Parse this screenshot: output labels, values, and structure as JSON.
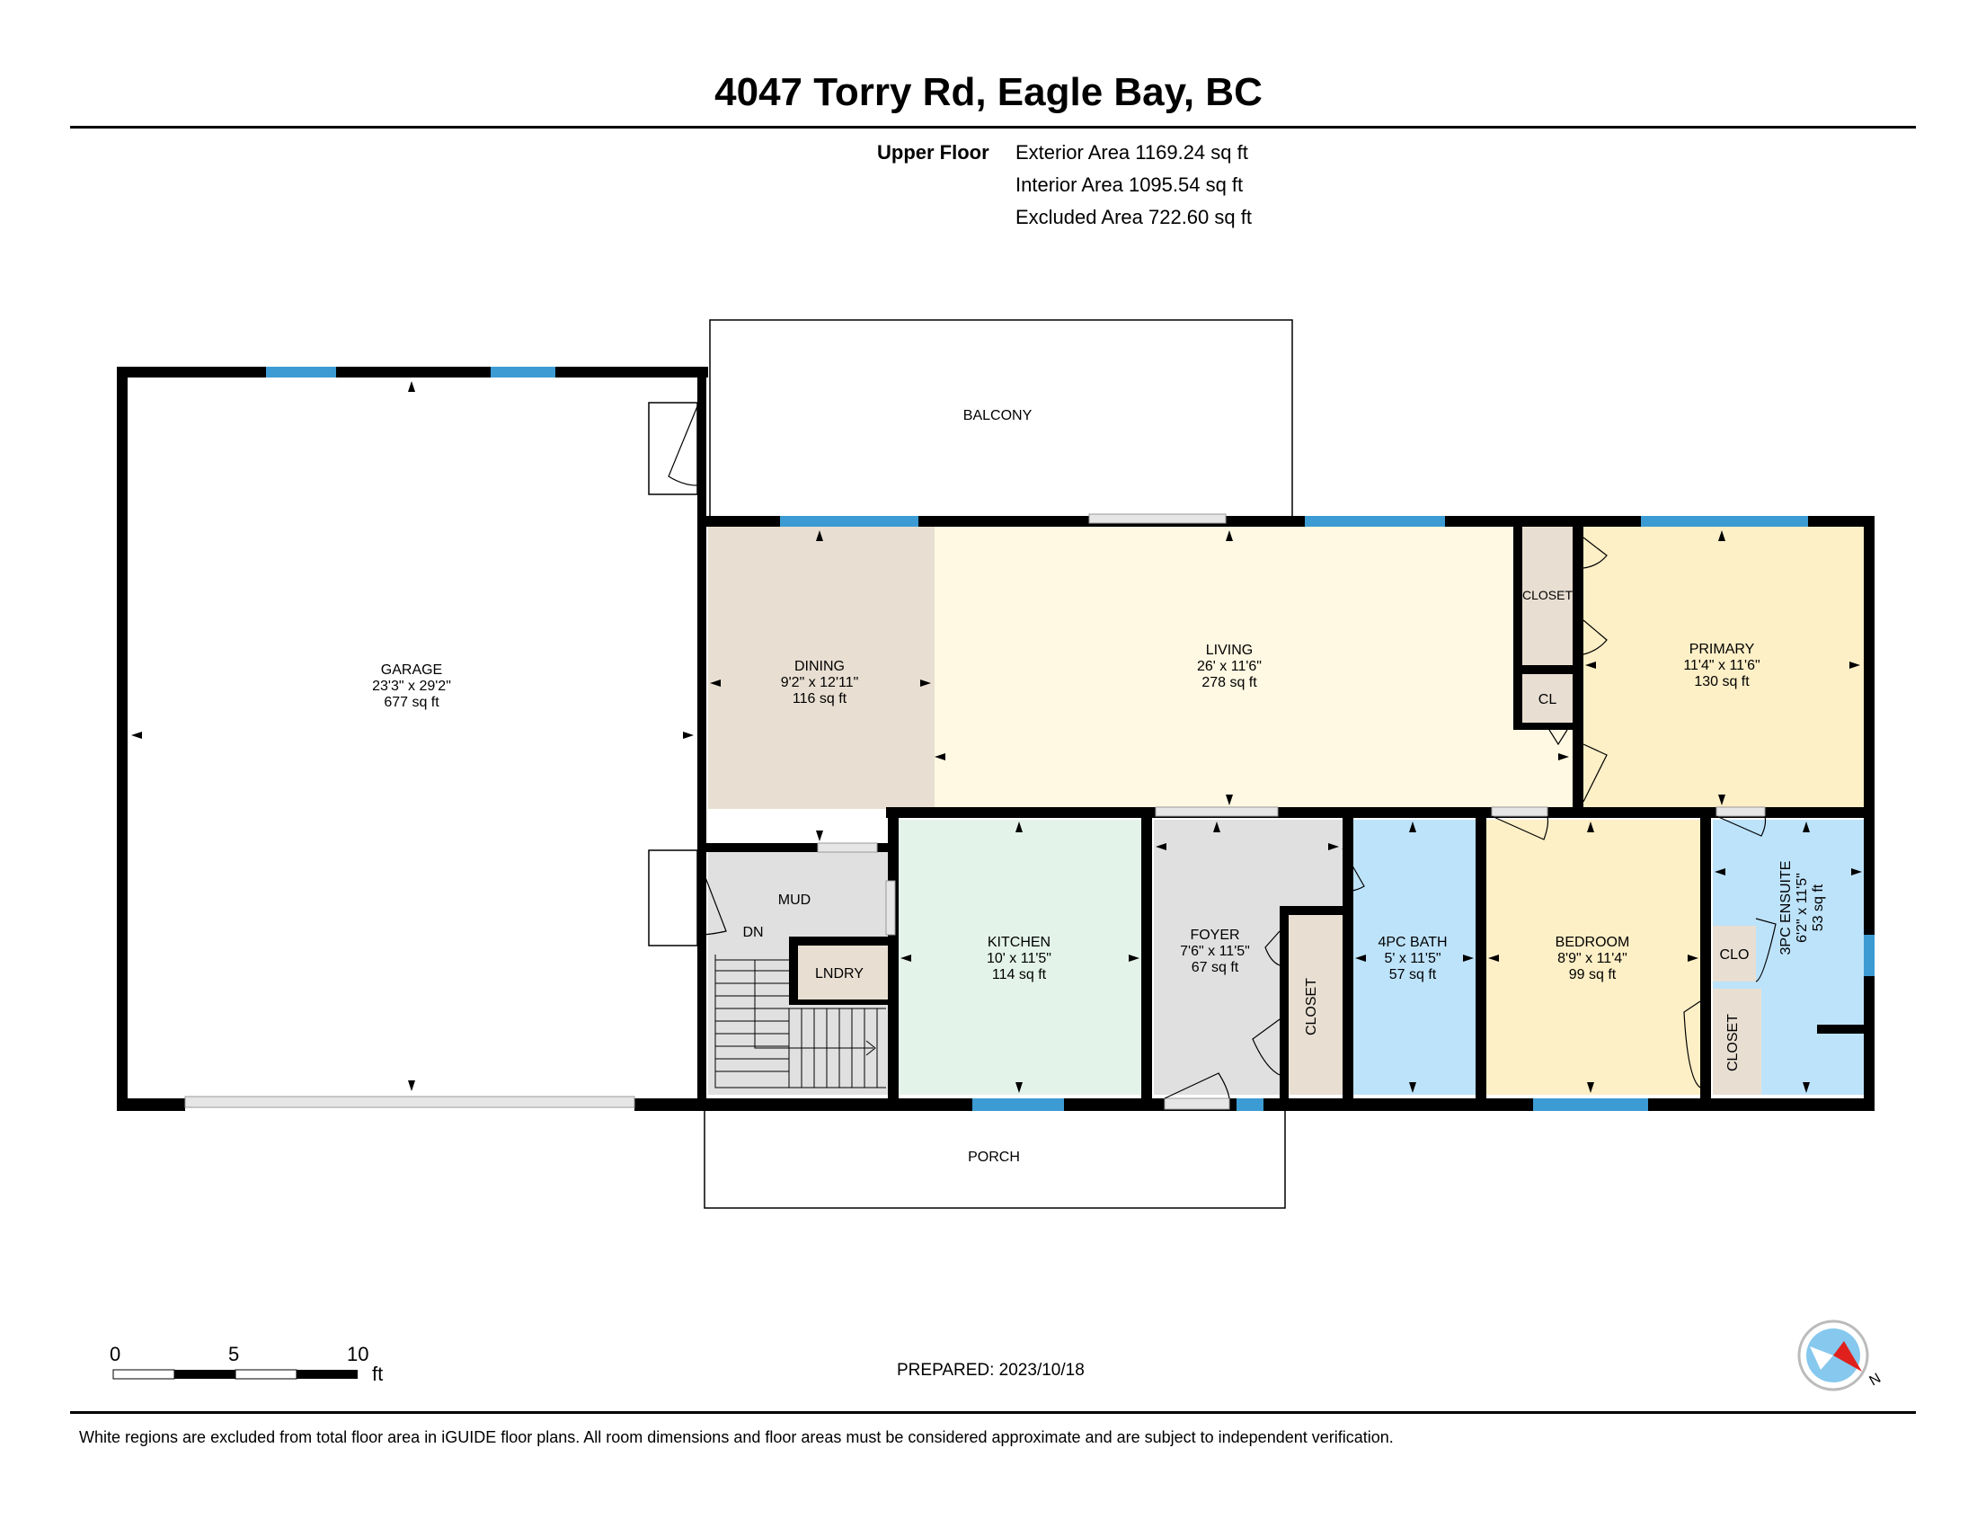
{
  "header": {
    "title": "4047 Torry Rd, Eagle Bay, BC"
  },
  "floor_summary": {
    "floor_name": "Upper Floor",
    "exterior_area": "Exterior Area 1169.24 sq ft",
    "interior_area": "Interior Area 1095.54 sq ft",
    "excluded_area": "Excluded Area 722.60 sq ft"
  },
  "rooms": {
    "garage": {
      "name": "GARAGE",
      "dims": "23'3\" x 29'2\"",
      "area": "677 sq ft"
    },
    "balcony": {
      "name": "BALCONY"
    },
    "dining": {
      "name": "DINING",
      "dims": "9'2\" x 12'11\"",
      "area": "116 sq ft"
    },
    "living": {
      "name": "LIVING",
      "dims": "26' x 11'6\"",
      "area": "278 sq ft"
    },
    "closet_living": {
      "name": "CLOSET"
    },
    "cl_living": {
      "name": "CL"
    },
    "primary": {
      "name": "PRIMARY",
      "dims": "11'4\" x 11'6\"",
      "area": "130 sq ft"
    },
    "mud": {
      "name": "MUD"
    },
    "dn": {
      "name": "DN"
    },
    "lndry": {
      "name": "LNDRY"
    },
    "kitchen": {
      "name": "KITCHEN",
      "dims": "10' x 11'5\"",
      "area": "114 sq ft"
    },
    "foyer": {
      "name": "FOYER",
      "dims": "7'6\" x 11'5\"",
      "area": "67 sq ft"
    },
    "closet_foyer": {
      "name": "CLOSET"
    },
    "bath4": {
      "name": "4PC BATH",
      "dims": "5' x 11'5\"",
      "area": "57 sq ft"
    },
    "bedroom": {
      "name": "BEDROOM",
      "dims": "8'9\" x 11'4\"",
      "area": "99 sq ft"
    },
    "clo": {
      "name": "CLO"
    },
    "closet_bedroom": {
      "name": "CLOSET"
    },
    "ensuite": {
      "name": "3PC ENSUITE",
      "dims": "6'2\" x 11'5\"",
      "area": "53 sq ft"
    },
    "porch": {
      "name": "PORCH"
    }
  },
  "colors": {
    "wall": "#000000",
    "window": "#3d9bd3",
    "dining": "#e8dfd2",
    "living": "#fff8e2",
    "primary": "#fdefc6",
    "bedroom": "#fdefc6",
    "kitchen": "#e3f3ea",
    "bath": "#bde3fb",
    "grey_room": "#e0e0e0",
    "closet": "#e8dfd2"
  },
  "scale_bar": {
    "zero": "0",
    "five": "5",
    "ten": "10",
    "unit": "ft"
  },
  "compass_icon": "compass-north-icon",
  "compass_letter": "N",
  "footer": {
    "prepared": "PREPARED: 2023/10/18",
    "disclaimer": "White regions are excluded from total floor area in iGUIDE floor plans. All room dimensions and floor areas must be considered approximate and are subject to independent verification."
  }
}
